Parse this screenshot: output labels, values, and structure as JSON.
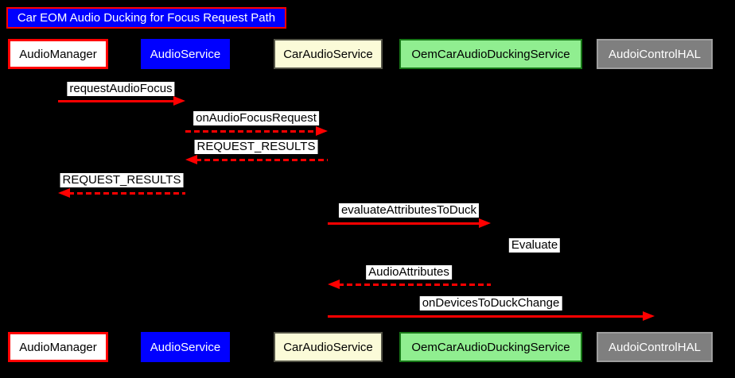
{
  "diagram": {
    "type": "sequence-diagram",
    "title": "Car EOM Audio Ducking for Focus Request Path"
  },
  "participants": [
    {
      "id": "audio-manager",
      "label": "AudioManager",
      "fill": "#ffffff",
      "border": "#ff0000",
      "text_color": "#000000"
    },
    {
      "id": "audio-service",
      "label": "AudioService",
      "fill": "#0000ff",
      "border": "#0000ff",
      "text_color": "#ffffff"
    },
    {
      "id": "car-audio-service",
      "label": "CarAudioService",
      "fill": "#fbfbd8",
      "border": "#555548",
      "text_color": "#000000"
    },
    {
      "id": "oem-car-audio-ducking-service",
      "label": "OemCarAudioDuckingService",
      "fill": "#90ee90",
      "border": "#187818",
      "text_color": "#000000"
    },
    {
      "id": "audio-control-hal",
      "label": "AudoiControlHAL",
      "fill": "#7f7f7f",
      "border": "#9e9e9e",
      "text_color": "#ffffff"
    }
  ],
  "messages": [
    {
      "label": "requestAudioFocus",
      "from": "AudioManager",
      "to": "AudioService",
      "line": "solid",
      "direction": "right"
    },
    {
      "label": "onAudioFocusRequest",
      "from": "AudioService",
      "to": "CarAudioService",
      "line": "dashed",
      "direction": "right"
    },
    {
      "label": "REQUEST_RESULTS",
      "from": "CarAudioService",
      "to": "AudioService",
      "line": "dashed",
      "direction": "left"
    },
    {
      "label": "REQUEST_RESULTS",
      "from": "AudioService",
      "to": "AudioManager",
      "line": "dashed",
      "direction": "left"
    },
    {
      "label": "evaluateAttributesToDuck",
      "from": "CarAudioService",
      "to": "OemCarAudioDuckingService",
      "line": "solid",
      "direction": "right"
    },
    {
      "label": "Evaluate",
      "from": "OemCarAudioDuckingService",
      "to": "OemCarAudioDuckingService",
      "line": "self",
      "direction": "self"
    },
    {
      "label": "AudioAttributes",
      "from": "OemCarAudioDuckingService",
      "to": "CarAudioService",
      "line": "dashed",
      "direction": "left"
    },
    {
      "label": "onDevicesToDuckChange",
      "from": "CarAudioService",
      "to": "AudoiControlHAL",
      "line": "solid",
      "direction": "right"
    }
  ],
  "colors": {
    "background": "#000000",
    "arrow": "#ff0000",
    "title_fill": "#0000ff",
    "title_border": "#ff0000",
    "title_text": "#ffffff",
    "message_label_bg": "#ffffff",
    "message_label_text": "#000000"
  }
}
